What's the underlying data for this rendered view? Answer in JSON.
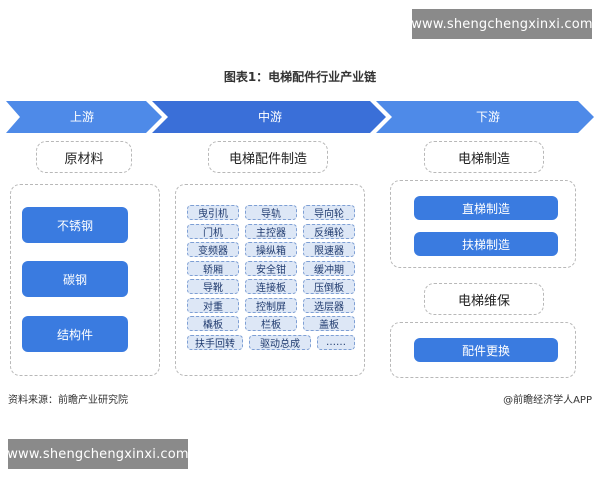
{
  "watermark": {
    "text": "www.shengchengxinxi.com"
  },
  "title": "图表1：电梯配件行业产业链",
  "stages": {
    "upstream": "上游",
    "midstream": "中游",
    "downstream": "下游"
  },
  "upstream": {
    "header": "原材料",
    "items": [
      "不锈钢",
      "碳钢",
      "结构件"
    ]
  },
  "midstream": {
    "header": "电梯配件制造",
    "grid": [
      [
        "曳引机",
        "导轨",
        "导向轮"
      ],
      [
        "门机",
        "主控器",
        "反绳轮"
      ],
      [
        "变频器",
        "操纵箱",
        "限速器"
      ],
      [
        "轿厢",
        "安全钳",
        "缓冲期"
      ],
      [
        "导靴",
        "连接板",
        "压倒板"
      ],
      [
        "对重",
        "控制屏",
        "选层器"
      ],
      [
        "橇板",
        "栏板",
        "盖板"
      ]
    ],
    "last_row": [
      "扶手回转",
      "驱动总成",
      "……"
    ]
  },
  "downstream": {
    "manufacture_header": "电梯制造",
    "manufacture_items": [
      "直梯制造",
      "扶梯制造"
    ],
    "maintenance_header": "电梯维保",
    "maintenance_items": [
      "配件更换"
    ]
  },
  "footer": {
    "source": "资料来源：前瞻产业研究院",
    "credit": "@前瞻经济学人APP"
  },
  "colors": {
    "stage_dark": "#3a6fd8",
    "stage_light": "#4e8ae8",
    "button": "#3a7be0",
    "chip_bg": "#dde7f6"
  }
}
